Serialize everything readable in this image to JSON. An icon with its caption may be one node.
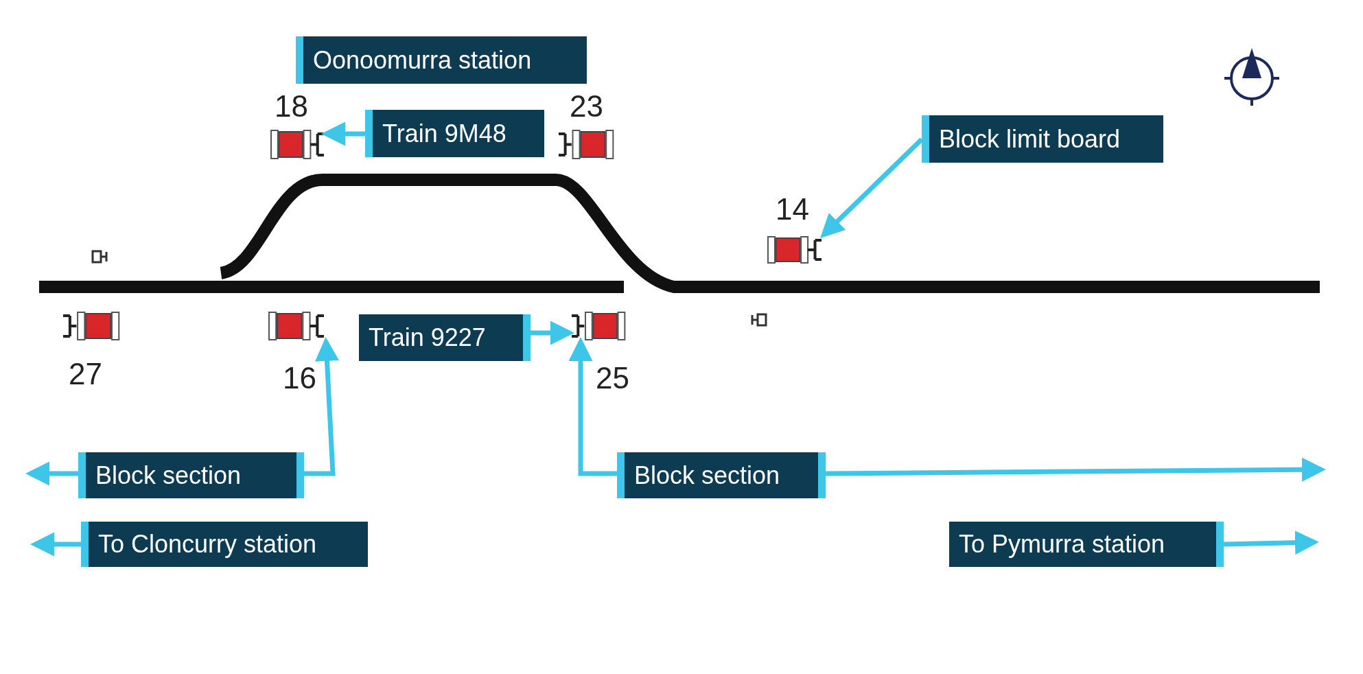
{
  "diagram": {
    "nodes": [
      {
        "text": [
          "Oonoomurra station"
        ]
      },
      {
        "text": [],
        "shape": "signal",
        "beside": [
          "18"
        ]
      },
      {
        "text": [
          "Train 9M48"
        ]
      },
      {
        "text": [],
        "shape": "signal",
        "beside": [
          "23"
        ]
      },
      {
        "text": [
          "Block limit board"
        ]
      },
      {
        "text": [],
        "shape": "signal",
        "beside": [
          "14"
        ]
      },
      {
        "text": [],
        "shape": "signal",
        "beside": [
          "27"
        ]
      },
      {
        "text": [],
        "shape": "signal",
        "beside": [
          "16"
        ]
      },
      {
        "text": [
          "Train 9227"
        ]
      },
      {
        "text": [],
        "shape": "signal",
        "beside": [
          "25"
        ]
      },
      {
        "text": [
          "Block section"
        ]
      },
      {
        "text": [
          "Block section"
        ]
      },
      {
        "text": [
          "To Cloncurry station"
        ]
      },
      {
        "text": [
          "To Pymurra station"
        ]
      }
    ],
    "edges": [
      {
        "from": 2,
        "to": 1,
        "arrow": "to"
      },
      {
        "from": 4,
        "to": 5,
        "arrow": "to"
      },
      {
        "from": 8,
        "to": 9,
        "arrow": "to"
      },
      {
        "from": 10,
        "to": null,
        "arrow": "to"
      },
      {
        "from": 10,
        "to": 7,
        "arrow": "to"
      },
      {
        "from": 11,
        "to": 9,
        "arrow": "to"
      },
      {
        "from": 11,
        "to": null,
        "arrow": "to"
      },
      {
        "from": 12,
        "to": null,
        "arrow": "to"
      },
      {
        "from": 13,
        "to": null,
        "arrow": "to"
      }
    ]
  }
}
